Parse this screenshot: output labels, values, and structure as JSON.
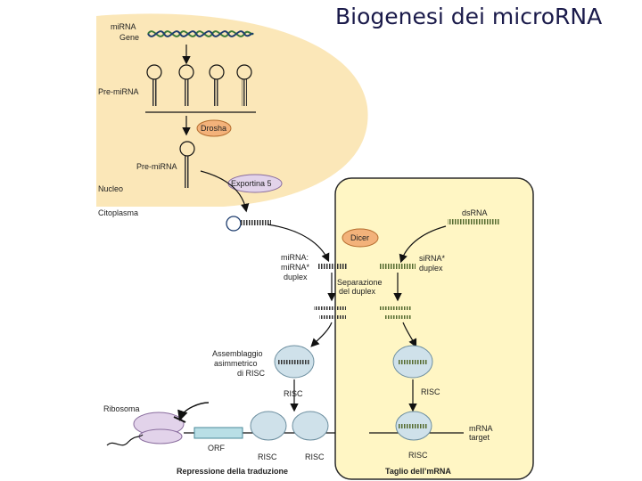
{
  "slide": {
    "title": "Biogenesi dei micro​RNA"
  },
  "labels": {
    "mirna_gene_line1": "mi​RNA",
    "mirna_gene_line2": "Gene",
    "pri_mirna": "Pre-mi​RNA",
    "drosha": "Drosha",
    "pre_mirna": "Pre-mi​RNA",
    "exportin": "Exportina 5",
    "nucleus": "Nucleo",
    "cytoplasm": "Citoplasma",
    "dsrna": "ds​RNA",
    "dicer": "Dicer",
    "mirna_duplex_1": "mi​RNA:",
    "mirna_duplex_2": "mi​RNA*",
    "mirna_duplex_3": "duplex",
    "sirna_duplex_1": "si​RNA*",
    "sirna_duplex_2": "duplex",
    "separation_1": "Separazione",
    "separation_2": "del duplex",
    "assembly_1": "Assemblaggio",
    "assembly_2": "asimmetrico",
    "assembly_3": "di RISC",
    "risc_center": "RISC",
    "risc_right": "RISC",
    "ribosome": "Ribosoma",
    "orf": "ORF",
    "risc_bottom_1": "RISC",
    "risc_bottom_2": "RISC",
    "risc_bottom_3": "RISC",
    "mrna_target_1": "m​RNA",
    "mrna_target_2": "target",
    "repression": "Repressione della traduzione",
    "cleavage": "Taglio dell’m​RNA"
  },
  "colors": {
    "nucleus_fill": "#fbe7b8",
    "cyto_panel_fill": "#fff6c4",
    "enzyme_fill": "#f3b27a",
    "risc_fill": "#cfe1ea",
    "ribosome_fill": "#e2d3ea",
    "orf_fill": "#b9dfe6"
  }
}
